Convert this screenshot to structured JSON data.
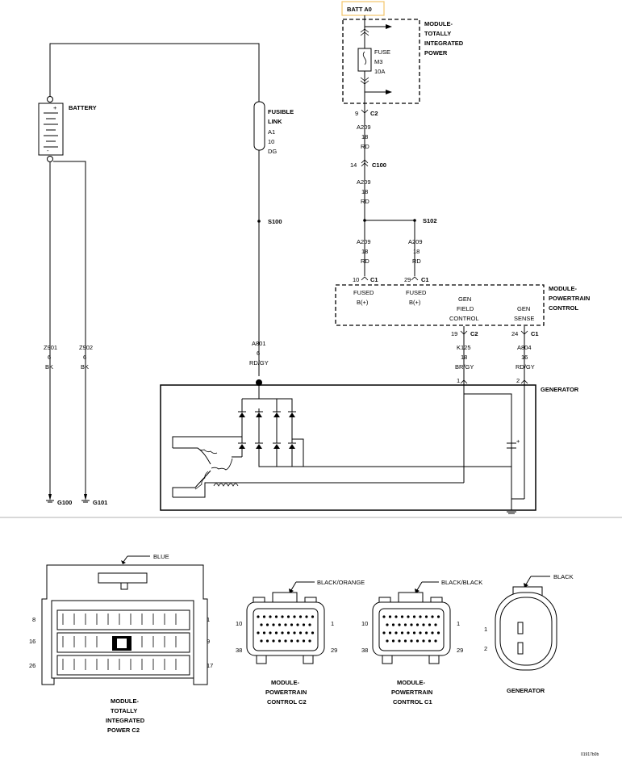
{
  "batt_a0": "BATT A0",
  "tip_module": {
    "line1": "MODULE-",
    "line2": "TOTALLY",
    "line3": "INTEGRATED",
    "line4": "POWER"
  },
  "fuse": {
    "l1": "FUSE",
    "l2": "M3",
    "l3": "10A"
  },
  "battery": "BATTERY",
  "battery_plus": "+",
  "battery_minus": "-",
  "fusible_link": {
    "l1": "FUSIBLE",
    "l2": "LINK",
    "l3": "A1",
    "l4": "10",
    "l5": "DG"
  },
  "c2_top": {
    "pin": "9",
    "name": "C2"
  },
  "wire_a209_1": {
    "circuit": "A209",
    "gauge": "18",
    "color": "RD"
  },
  "c100": {
    "pin": "14",
    "name": "C100"
  },
  "wire_a209_2": {
    "circuit": "A209",
    "gauge": "18",
    "color": "RD"
  },
  "s102": "S102",
  "s100": "S100",
  "wire_a209_3": {
    "circuit": "A209",
    "gauge": "18",
    "color": "RD"
  },
  "wire_a209_4": {
    "circuit": "A209",
    "gauge": "18",
    "color": "RD"
  },
  "pcm_c1_10": {
    "pin": "10",
    "name": "C1"
  },
  "pcm_c1_29": {
    "pin": "29",
    "name": "C1"
  },
  "pcm_module": {
    "line1": "MODULE-",
    "line2": "POWERTRAIN",
    "line3": "CONTROL"
  },
  "fused1": {
    "l1": "FUSED",
    "l2": "B(+)"
  },
  "fused2": {
    "l1": "FUSED",
    "l2": "B(+)"
  },
  "gen_field": {
    "l1": "GEN",
    "l2": "FIELD",
    "l3": "CONTROL"
  },
  "gen_sense": {
    "l1": "GEN",
    "l2": "SENSE"
  },
  "pcm_c2_19": {
    "pin": "19",
    "name": "C2"
  },
  "pcm_c1_24": {
    "pin": "24",
    "name": "C1"
  },
  "wire_z901": {
    "circuit": "Z901",
    "gauge": "6",
    "color": "BK"
  },
  "wire_z902": {
    "circuit": "Z902",
    "gauge": "6",
    "color": "BK"
  },
  "wire_a801": {
    "circuit": "A801",
    "gauge": "6",
    "color": "RD/GY"
  },
  "wire_k125": {
    "circuit": "K125",
    "gauge": "18",
    "color": "BR/GY"
  },
  "wire_a804": {
    "circuit": "A804",
    "gauge": "16",
    "color": "RD/GY"
  },
  "gen_pin1": "1",
  "gen_pin2": "2",
  "generator": "GENERATOR",
  "g100": "G100",
  "g101": "G101",
  "tipm_c2_view": {
    "color": "BLUE",
    "pins": [
      "8",
      "1",
      "16",
      "9",
      "26",
      "17"
    ],
    "caption": {
      "l1": "MODULE-",
      "l2": "TOTALLY",
      "l3": "INTEGRATED",
      "l4": "POWER C2"
    }
  },
  "pcm_c2_view": {
    "color": "BLACK/ORANGE",
    "pins": [
      "10",
      "1",
      "38",
      "29"
    ],
    "caption": {
      "l1": "MODULE-",
      "l2": "POWERTRAIN",
      "l3": "CONTROL C2"
    }
  },
  "pcm_c1_view": {
    "color": "BLACK/BLACK",
    "pins": [
      "10",
      "1",
      "38",
      "29"
    ],
    "caption": {
      "l1": "MODULE-",
      "l2": "POWERTRAIN",
      "l3": "CONTROL C1"
    }
  },
  "gen_view": {
    "color": "BLACK",
    "pins": [
      "1",
      "2"
    ],
    "caption": "GENERATOR"
  },
  "ref_code": "01917b0b"
}
